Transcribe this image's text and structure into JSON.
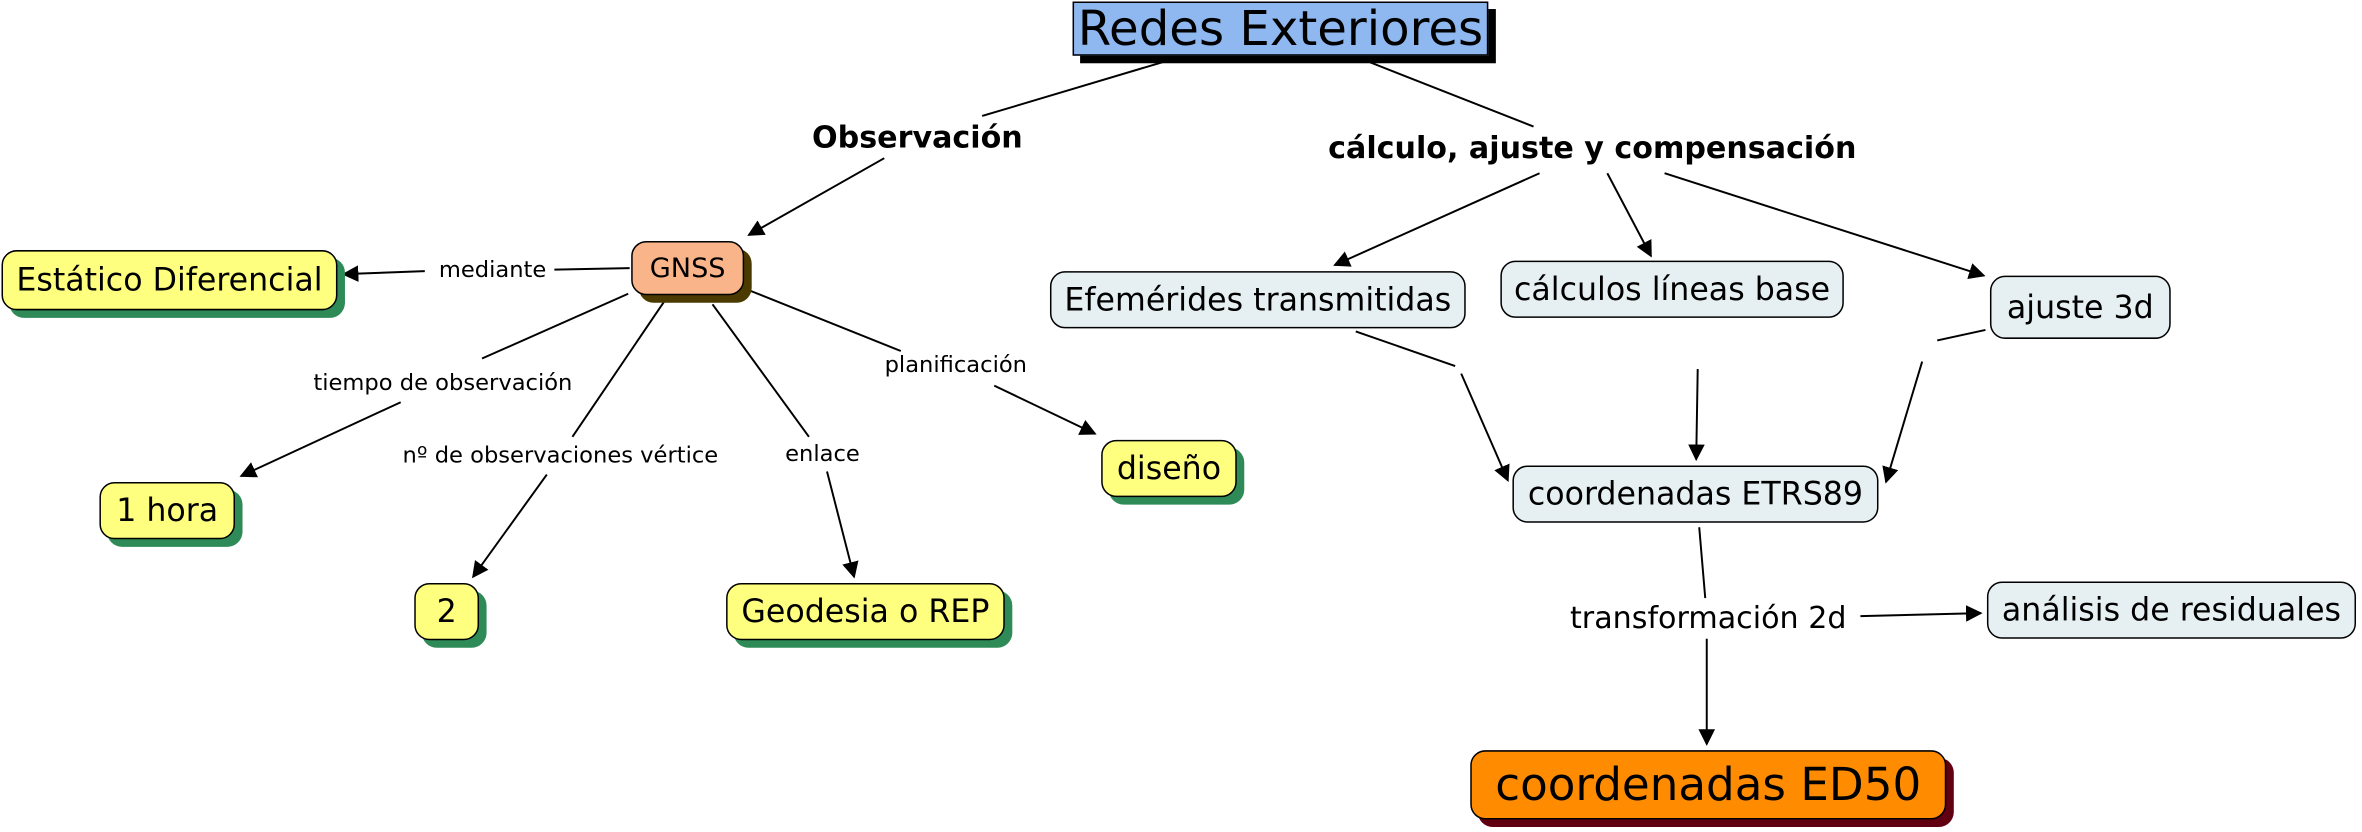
{
  "nodes": {
    "title": "Redes Exteriores",
    "gnss": "GNSS",
    "estatico": "Estático Diferencial",
    "una_hora": "1 hora",
    "dos": "2",
    "geodesia": "Geodesia o REP",
    "diseno": "diseño",
    "efemerides": "Efemérides transmitidas",
    "calculos": "cálculos líneas base",
    "ajuste": "ajuste 3d",
    "etrs89": "coordenadas ETRS89",
    "residuales": "análisis de residuales",
    "ed50": "coordenadas ED50"
  },
  "labels": {
    "observacion": "Observación",
    "calculo": "cálculo, ajuste y compensación",
    "mediante": "mediante",
    "tiempo": "tiempo de observación",
    "num_obs": "nº de observaciones vértice",
    "enlace": "enlace",
    "planificacion": "planificación",
    "transformacion": "transformación 2d"
  },
  "colors": {
    "title_fill": "#8fb8f0",
    "gnss_fill": "#f9b48a",
    "leaf_fill": "#ffff7f",
    "leaf_shadow": "#2e8b57",
    "process_fill": "#e6f0f3",
    "result_fill": "#ff8c00"
  }
}
